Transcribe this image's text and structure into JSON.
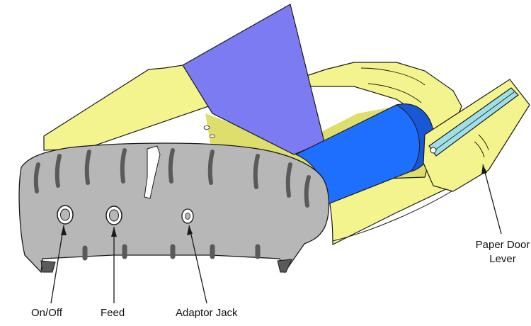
{
  "labels": {
    "on_off": "On/Off",
    "feed": "Feed",
    "adaptor_jack": "Adaptor Jack",
    "paper_door_lever_line1": "Paper Door",
    "paper_door_lever_line2": "Lever"
  },
  "colors": {
    "body_yellow": "#f4f48e",
    "body_yellow_dark": "#dede6c",
    "front_gray": "#b7b7b7",
    "grip_dark": "#5a5a5a",
    "paper_purple": "#7d7bf2",
    "roll_blue": "#1f6fff",
    "lever_teal": "#9fe0e6",
    "outline": "#1a1a1a"
  }
}
